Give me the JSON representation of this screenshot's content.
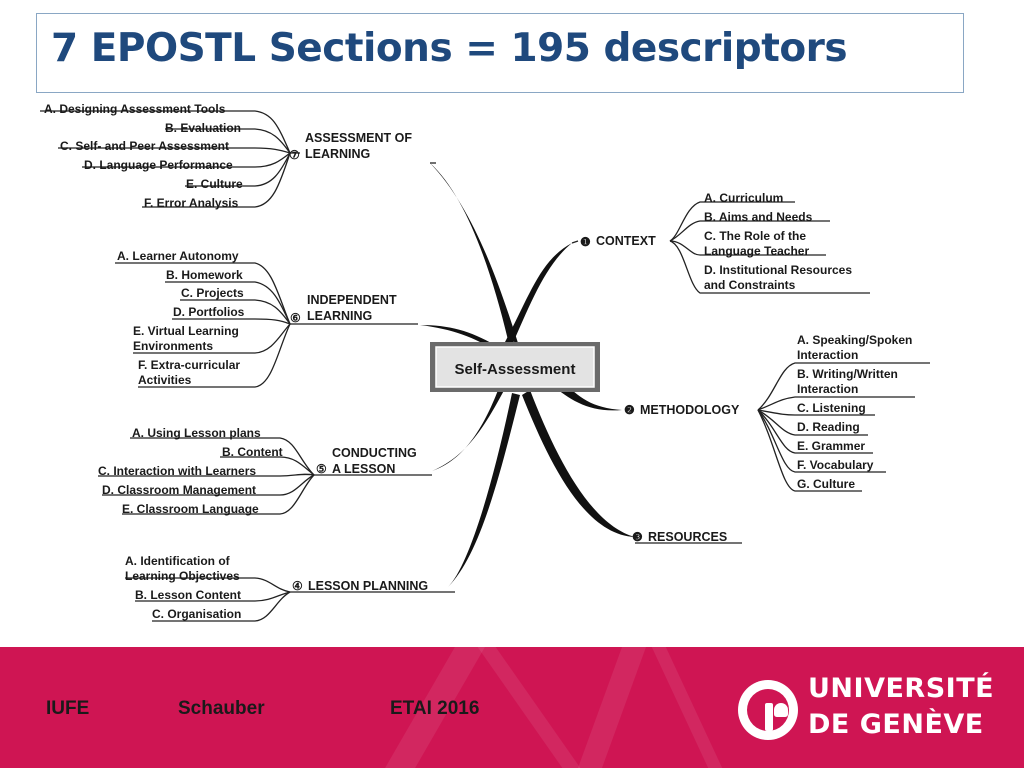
{
  "title": "7 EPOSTL Sections = 195 descriptors",
  "center": "Self-Assessment",
  "sections": [
    {
      "num": "❶",
      "label1": "CONTEXT",
      "label2": "",
      "items": [
        "A. Curriculum",
        "B. Aims and Needs",
        "C. The Role of the",
        "Language Teacher",
        "D. Institutional Resources",
        "and Constraints"
      ]
    },
    {
      "num": "❷",
      "label1": "METHODOLOGY",
      "label2": "",
      "items": [
        "A. Speaking/Spoken",
        "Interaction",
        "B. Writing/Written",
        "Interaction",
        "C. Listening",
        "D. Reading",
        "E. Grammer",
        "F. Vocabulary",
        "G. Culture"
      ]
    },
    {
      "num": "❸",
      "label1": "RESOURCES",
      "label2": "",
      "items": []
    },
    {
      "num": "④",
      "label1": "LESSON PLANNING",
      "label2": "",
      "items": [
        "A. Identification of",
        "Learning Objectives",
        "B. Lesson Content",
        "C. Organisation"
      ]
    },
    {
      "num": "⑤",
      "label1": "CONDUCTING",
      "label2": "A LESSON",
      "items": [
        "A. Using Lesson plans",
        "B. Content",
        "C. Interaction with Learners",
        "D. Classroom Management",
        "E. Classroom Language"
      ]
    },
    {
      "num": "⑥",
      "label1": "INDEPENDENT",
      "label2": "LEARNING",
      "items": [
        "A. Learner Autonomy",
        "B. Homework",
        "C. Projects",
        "D. Portfolios",
        "E. Virtual Learning",
        "Environments",
        "F. Extra-curricular",
        "Activities"
      ]
    },
    {
      "num": "⑦",
      "label1": "ASSESSMENT OF",
      "label2": "LEARNING",
      "items": [
        "A. Designing Assessment Tools",
        "B. Evaluation",
        "C. Self- and Peer Assessment",
        "D. Language Performance",
        "E. Culture",
        "F. Error Analysis"
      ]
    }
  ],
  "footer": {
    "org": "IUFE",
    "author": "Schauber",
    "event": "ETAI 2016",
    "uni_line1": "UNIVERSITÉ",
    "uni_line2": "DE GENÈVE"
  }
}
